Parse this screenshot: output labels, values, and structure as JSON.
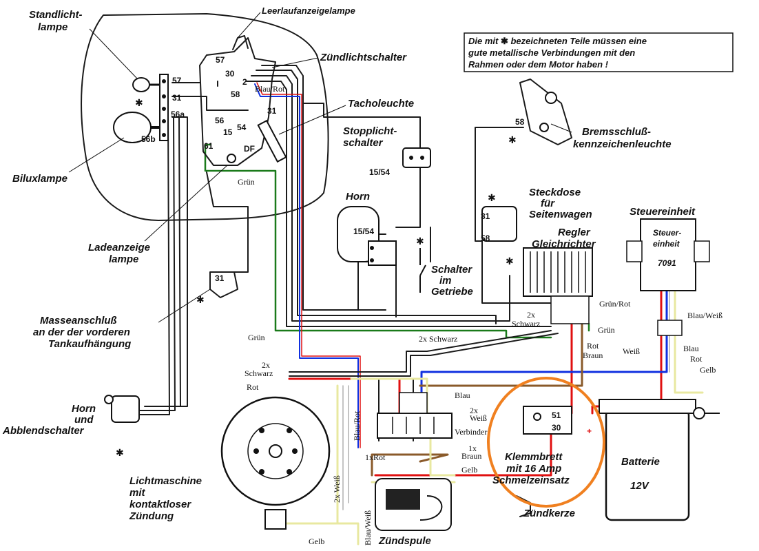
{
  "colors": {
    "wire_black": "#1a1a1a",
    "green": "#1a7a1a",
    "red": "#e01010",
    "blue": "#1030e0",
    "brown": "#8a5a2a",
    "yellow": "#e8e8a0",
    "highlight": "#f08020"
  },
  "note": {
    "line1": "Die mit",
    "line1b": "bezeichneten Teile müssen eine",
    "line2": "gute metallische Verbindungen mit den",
    "line3": "Rahmen oder dem Motor haben !"
  },
  "components": {
    "standlicht1": "Standlicht-",
    "standlicht2": "lampe",
    "leerlauf": "Leerlaufanzeigelampe",
    "zuendlicht": "Zündlichtschalter",
    "tacho": "Tacholeuchte",
    "stopp1": "Stopplicht-",
    "stopp2": "schalter",
    "brems1": "Bremsschluß-",
    "brems2": "kennzeichenleuchte",
    "bilux": "Biluxlampe",
    "horn": "Horn",
    "steck1": "Steckdose",
    "steck2": "für",
    "steck3": "Seitenwagen",
    "steuer": "Steuereinheit",
    "steuer_box1": "Steuer-",
    "steuer_box2": "einheit",
    "steuer_box3": "7091",
    "regler1": "Regler",
    "regler2": "Gleichrichter",
    "schalter1": "Schalter",
    "schalter2": "im",
    "schalter3": "Getriebe",
    "ladeanz1": "Ladeanzeige",
    "ladeanz2": "lampe",
    "masse1": "Masseanschluß",
    "masse2": "an der der vorderen",
    "masse3": "Tankaufhängung",
    "horn_abbl1": "Horn",
    "horn_abbl2": "und",
    "horn_abbl3": "Abblendschalter",
    "licht1": "Lichtmaschine",
    "licht2": "mit",
    "licht3": "kontaktloser",
    "licht4": "Zündung",
    "klemm1": "Klemmbrett",
    "klemm2": "mit 16 Amp",
    "klemm3": "Schmelzeinsatz",
    "batterie1": "Batterie",
    "batterie2": "12V",
    "zuendspule": "Zündspule",
    "zuendkerze": "Zündkerze",
    "verbinder": "Verbinder"
  },
  "pins": {
    "p57": "57",
    "p31": "31",
    "p56a": "56a",
    "p56b": "56b",
    "p30": "30",
    "p2": "2",
    "p58": "58",
    "p56": "56",
    "p54": "54",
    "p15": "15",
    "p61": "61",
    "pDF": "DF",
    "p1554": "15/54",
    "p51": "51",
    "plus": "+"
  },
  "wires": {
    "blau_rot": "Blau/Rot",
    "gruen": "Grün",
    "gruen_rot": "Grün/Rot",
    "schwarz2x_a": "2x",
    "schwarz2x_b": "Schwarz",
    "schwarz2x": "2x Schwarz",
    "rot": "Rot",
    "braun": "Braun",
    "blau_weiss": "Blau/Weiß",
    "blau": "Blau",
    "weiss": "Weiß",
    "gelb": "Gelb",
    "weiss2x_a": "2x",
    "weiss2x_b": "Weiß",
    "braun1x_a": "1x",
    "braun1x_b": "Braun",
    "rot1x": "1xRot",
    "weiss2x_v": "2x Weiß"
  }
}
